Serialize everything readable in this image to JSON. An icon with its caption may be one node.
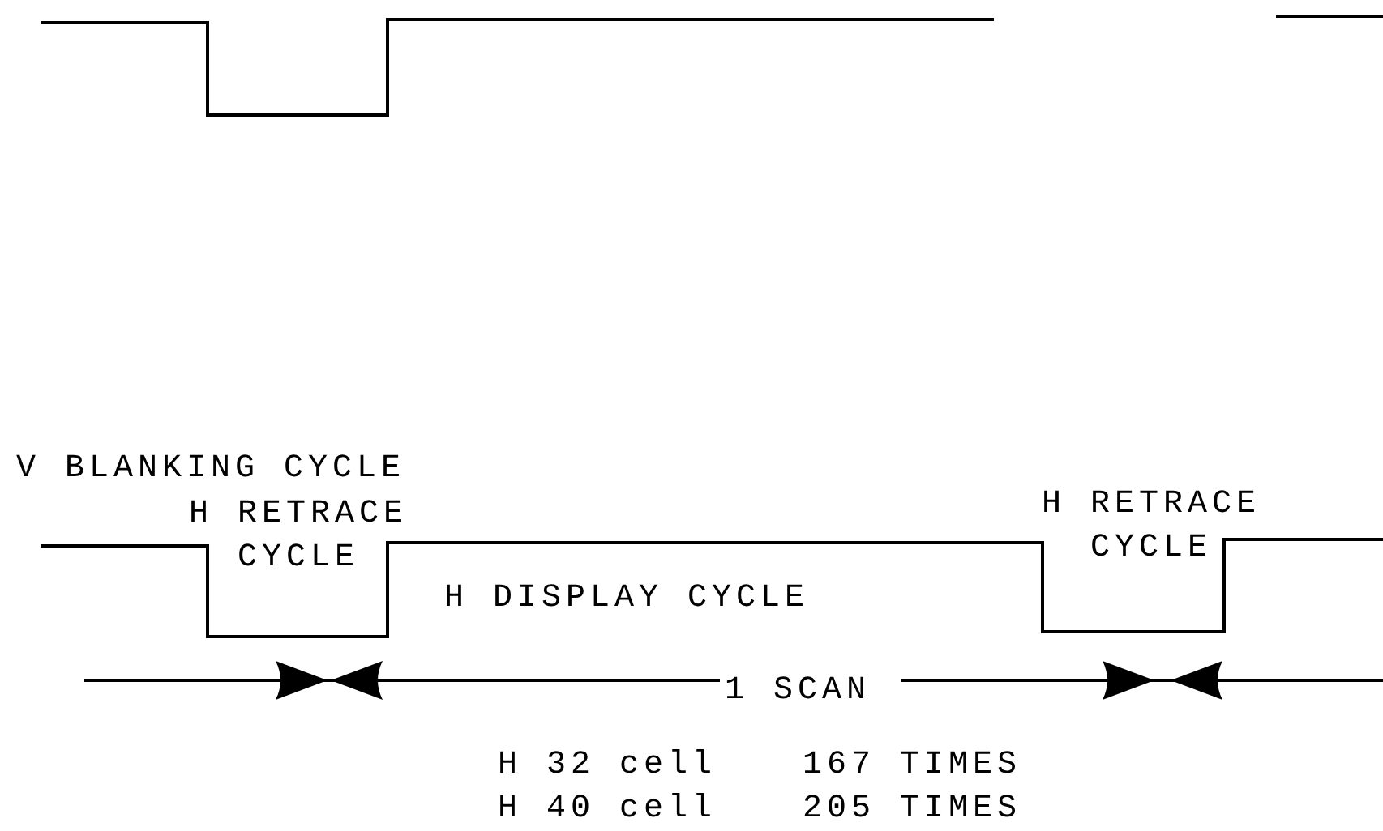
{
  "diagram": {
    "labels": [
      "V BLANKING CYCLE",
      "H RETRACE CYCLE",
      "H RETRACE CYCLE",
      "H DISPLAY CYCLE",
      "1 SCAN",
      "H 32 cell",
      "167 TIMES",
      "H 40 cell",
      "205 TIMES"
    ]
  }
}
